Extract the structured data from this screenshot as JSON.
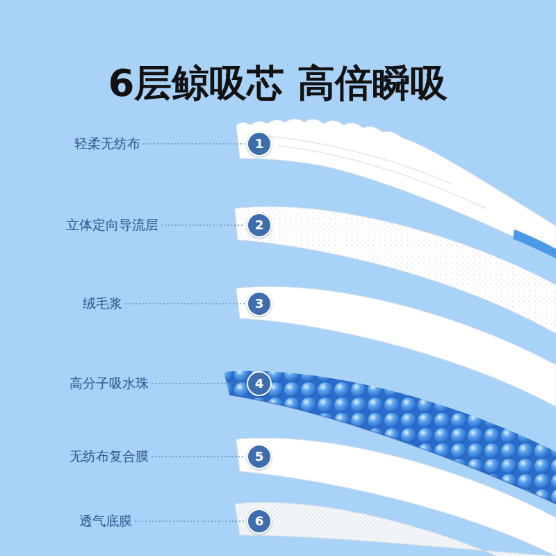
{
  "diagram": {
    "title": "6层鲸吸芯 高倍瞬吸",
    "nodes": [
      {
        "text": [
          "1"
        ]
      },
      {
        "text": [
          "2"
        ]
      },
      {
        "text": [
          "3"
        ]
      },
      {
        "text": [
          "4"
        ]
      },
      {
        "text": [
          "5"
        ]
      },
      {
        "text": [
          "6"
        ]
      }
    ],
    "labels": [
      "轻柔无纺布",
      "立体定向导流层",
      "绒毛浆",
      "高分子吸水珠",
      "无纺布复合膜",
      "透气底膜"
    ]
  }
}
